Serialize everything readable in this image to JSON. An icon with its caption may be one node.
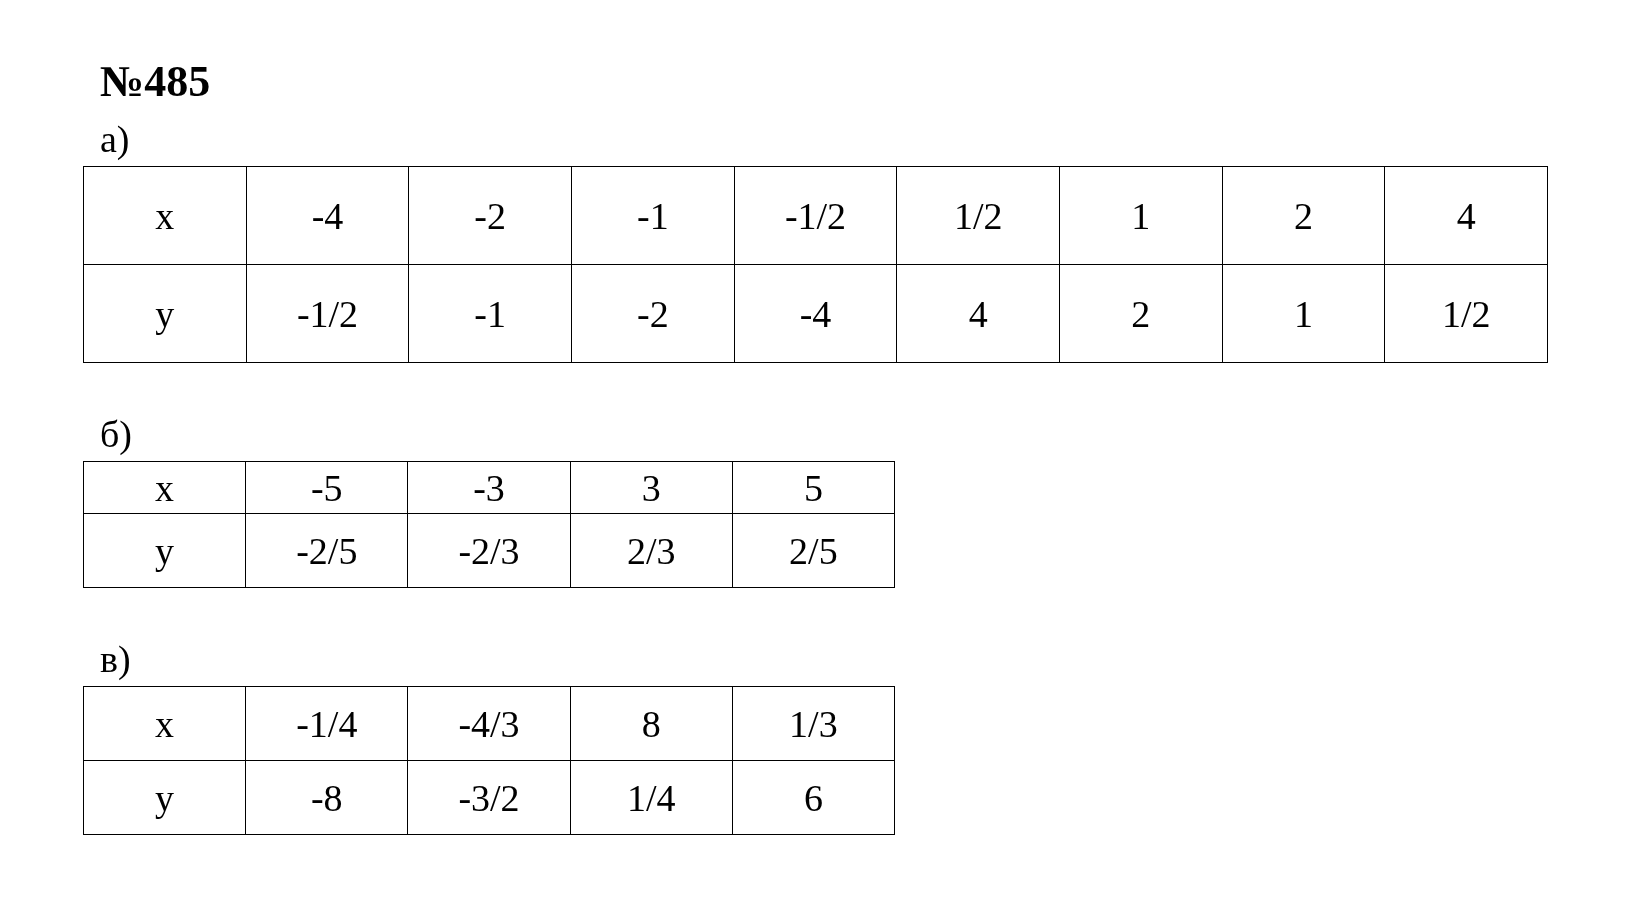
{
  "diagram": {
    "title": "№485",
    "labels": [
      "а)",
      "x",
      "-4",
      "-2",
      "-1",
      "-1/2",
      "1/2",
      "1",
      "2",
      "4",
      "y",
      "-1/2",
      "-1",
      "-2",
      "-4",
      "4",
      "2",
      "1",
      "1/2",
      "б)",
      "x",
      "-5",
      "-3",
      "3",
      "5",
      "y",
      "-2/5",
      "-2/3",
      "2/3",
      "2/5",
      "в)",
      "x",
      "-1/4",
      "-4/3",
      "8",
      "1/3",
      "y",
      "-8",
      "-3/2",
      "1/4",
      "6"
    ]
  }
}
